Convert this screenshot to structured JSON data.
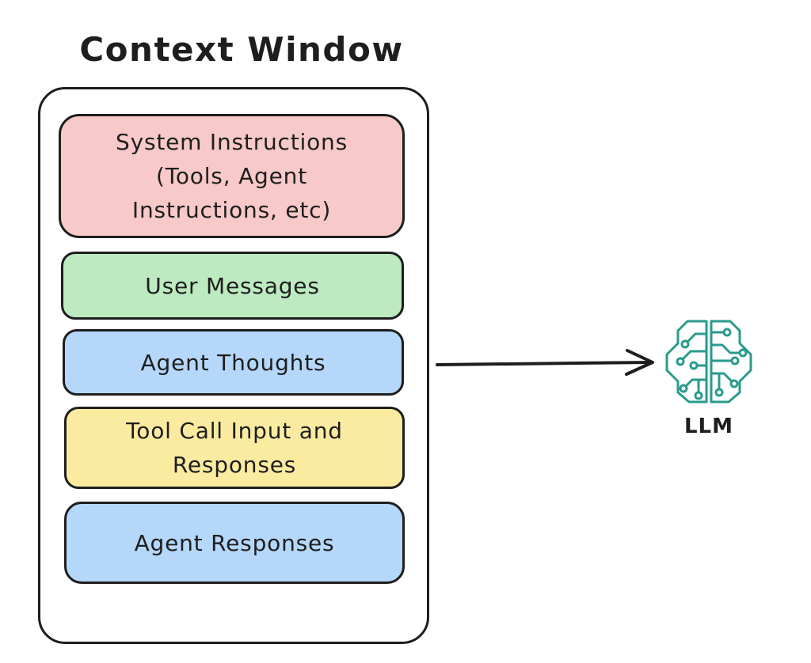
{
  "diagram": {
    "title": "Context Window",
    "blocks": [
      {
        "label": "System Instructions\n(Tools, Agent\nInstructions, etc)",
        "color": "#f7c9c8"
      },
      {
        "label": "User Messages",
        "color": "#bdeac1"
      },
      {
        "label": "Agent Thoughts",
        "color": "#b5d7f9"
      },
      {
        "label": "Tool Call Input and\nResponses",
        "color": "#fbeba1"
      },
      {
        "label": "Agent Responses",
        "color": "#b5d7f9"
      }
    ],
    "target": {
      "label": "LLM",
      "icon": "brain-circuit-icon",
      "icon_color": "#2a9a8c"
    },
    "connector": "arrow-right"
  }
}
